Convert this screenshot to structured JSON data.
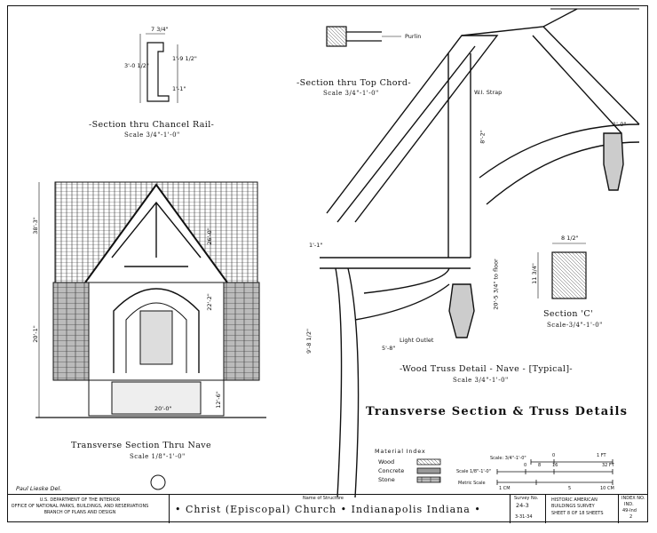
{
  "drawings": {
    "chancel_rail": {
      "title": "-Section thru Chancel Rail-",
      "scale": "Scale 3/4\"-1'-0\"",
      "dims": [
        "7 3/4\"",
        "3'-0 1/2\"",
        "1'-9 1/2\"",
        "1'-1\""
      ]
    },
    "top_chord": {
      "title": "-Section thru Top Chord-",
      "scale": "Scale 3/4\"-1'-0\"",
      "purlin": "Purlin",
      "strap": "W.I. Strap"
    },
    "nave_section": {
      "title": "Transverse Section Thru Nave",
      "scale": "Scale 1/8\"-1'-0\"",
      "dims": [
        "38'-3\"",
        "20'-1\"",
        "26'-0\"",
        "22'-2\"",
        "20'-0\"",
        "12'-6\""
      ]
    },
    "truss_detail": {
      "title": "-Wood Truss Detail - Nave - [Typical]-",
      "scale": "Scale 3/4\"-1'-0\"",
      "light_outlet": "Light Outlet",
      "dims": [
        "8'-2\"",
        "20'-5 3/4\" to floor",
        "9'-8 1/2\"",
        "5'-8\"",
        "1'-1\"",
        "1'-0\""
      ]
    },
    "section_c": {
      "title": "Section 'C'",
      "scale": "Scale-3/4\"-1'-0\"",
      "dims": [
        "8 1/2\"",
        "11 3/4\""
      ]
    },
    "sheet_title": "Transverse Section & Truss Details"
  },
  "material_index": {
    "title": "Material Index",
    "items": [
      "Wood",
      "Concrete",
      "Stone"
    ]
  },
  "scales": {
    "top": "Scale: 3/4\"-1'-0\"",
    "middle": "Scale 1/8\"-1'-0\"",
    "metric": "Metric Scale",
    "ticks_top": [
      "0",
      "1 FT"
    ],
    "ticks_mid": [
      "0",
      "8",
      "16",
      "32 FT"
    ],
    "ticks_metric": [
      "1 CM",
      "5",
      "10 CM"
    ]
  },
  "title_block": {
    "delineator": "Paul Lieske Del.",
    "agency": [
      "U.S. DEPARTMENT OF THE INTERIOR",
      "OFFICE OF NATIONAL PARKS, BUILDINGS, AND RESERVATIONS",
      "BRANCH OF PLANS AND DESIGN"
    ],
    "name_label": "Name of Structure",
    "structure": "• Christ (Episcopal) Church • Indianapolis Indiana •",
    "survey_label": "Survey No.",
    "survey_no": "24-3",
    "date": "3-31-34",
    "habs": [
      "HISTORIC AMERICAN",
      "BUILDINGS SURVEY",
      "SHEET 8 OF 18 SHEETS"
    ],
    "index_label": "INDEX NO.",
    "index_no": [
      "IND.",
      "49-Ind",
      "2"
    ]
  }
}
